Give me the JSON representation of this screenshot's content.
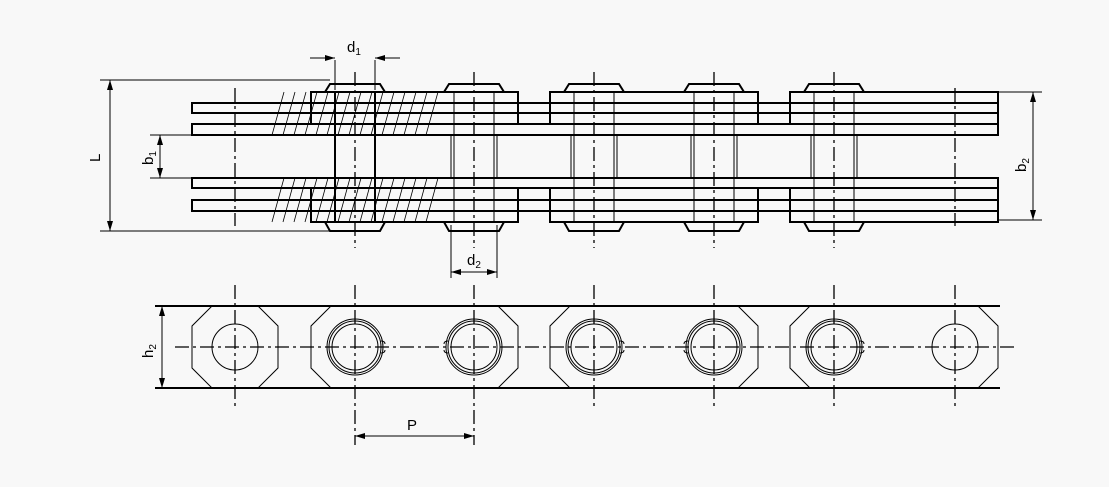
{
  "title": "Roller chain drawing with dimensions",
  "dimensions": {
    "d1": {
      "main": "d",
      "sub": "1"
    },
    "d2": {
      "main": "d",
      "sub": "2"
    },
    "L": {
      "main": "L",
      "sub": ""
    },
    "b1": {
      "main": "b",
      "sub": "1"
    },
    "b2": {
      "main": "b",
      "sub": "2"
    },
    "h2": {
      "main": "h",
      "sub": "2"
    },
    "P": {
      "main": "P",
      "sub": ""
    }
  },
  "pin_count": 5,
  "colors": {
    "line": "#000000",
    "background": "#f8f8f8"
  }
}
